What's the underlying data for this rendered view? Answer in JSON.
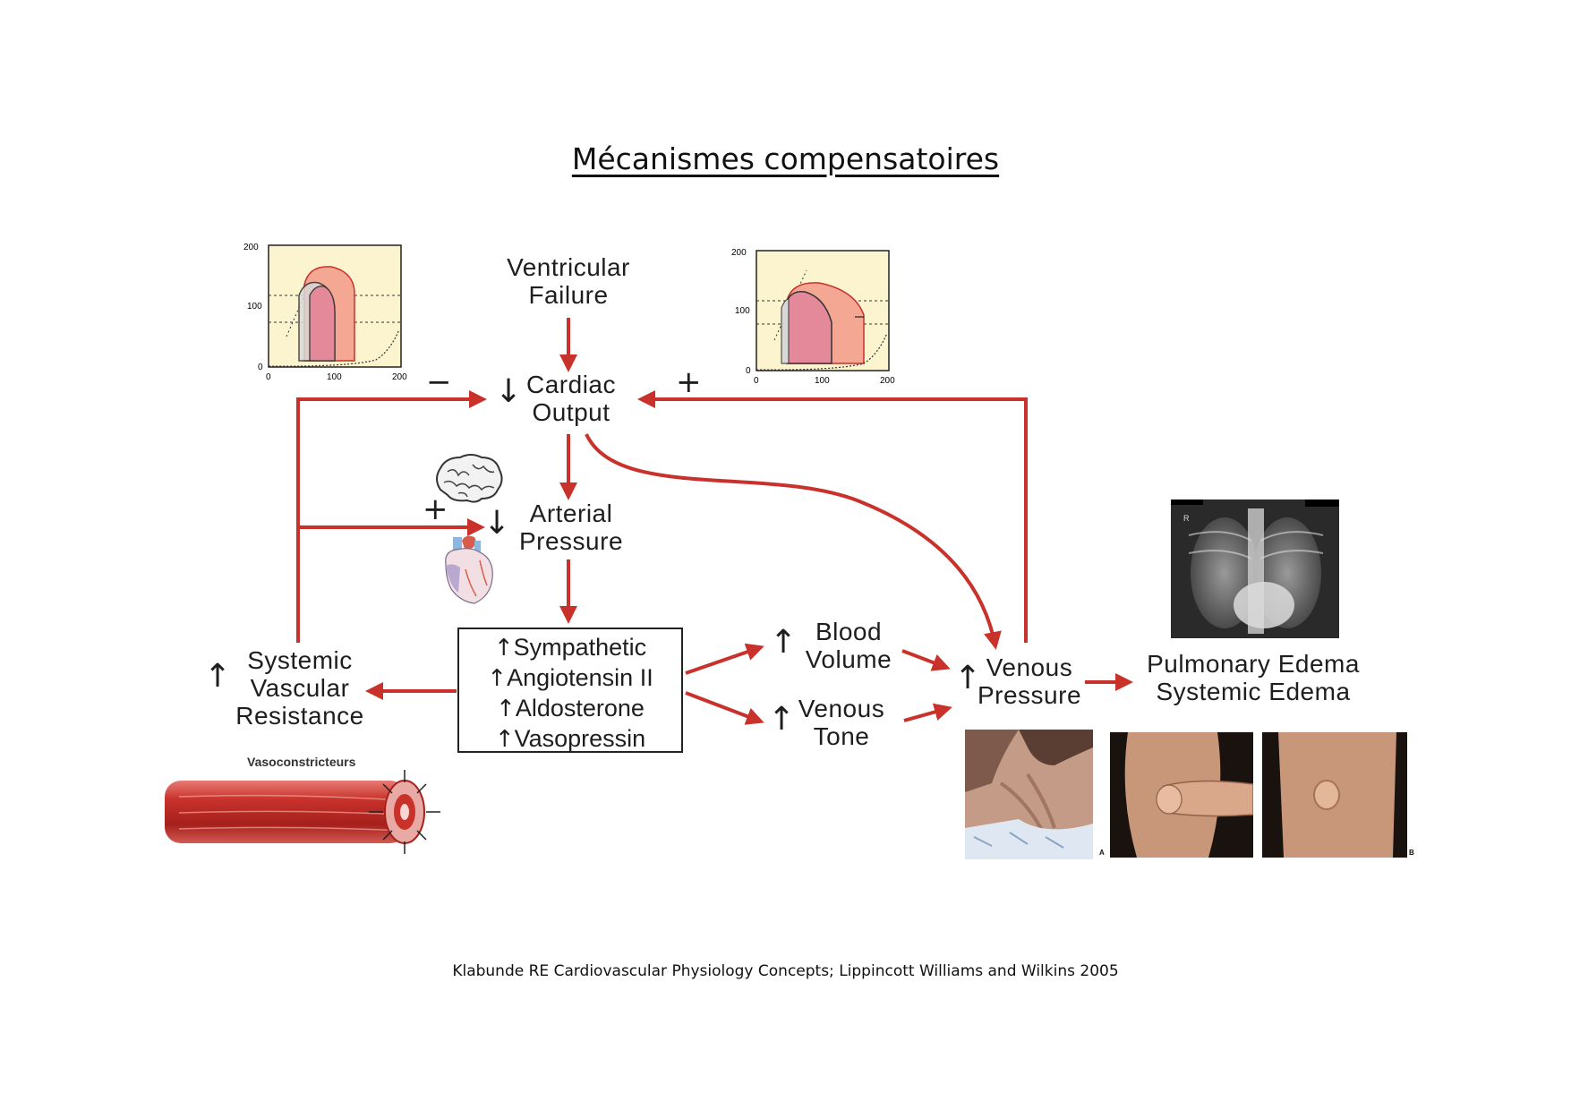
{
  "title": "Mécanismes compensatoires",
  "citation": "Klabunde RE Cardiovascular Physiology Concepts; Lippincott Williams and Wilkins 2005",
  "nodes": {
    "ventricular_failure": [
      "Ventricular",
      "Failure"
    ],
    "cardiac_output": [
      "Cardiac",
      "Output"
    ],
    "arterial_pressure": [
      "Arterial",
      "Pressure"
    ],
    "systemic_vascular_resistance": [
      "Systemic",
      "Vascular",
      "Resistance"
    ],
    "blood_volume": [
      "Blood",
      "Volume"
    ],
    "venous_tone": [
      "Venous",
      "Tone"
    ],
    "venous_pressure": [
      "Venous",
      "Pressure"
    ],
    "edema": [
      "Pulmonary Edema",
      "Systemic Edema"
    ]
  },
  "neurohormonal_box": [
    "Sympathetic",
    "Angiotensin II",
    "Aldosterone",
    "Vasopressin"
  ],
  "symbols": {
    "up": "↑",
    "down": "↓",
    "minus": "−",
    "plus": "+"
  },
  "vasoconstriction_label": "Vasoconstricteurs",
  "pv_loop_axis": {
    "y_ticks": [
      "200",
      "100",
      "0"
    ],
    "x_ticks": [
      "0",
      "100",
      "200"
    ]
  },
  "photo_labels": {
    "a": "A",
    "b": "B",
    "xray_side": "R"
  },
  "colors": {
    "arrow": "#c8322b",
    "loop_outer": "#f4a793",
    "loop_inner": "#e4899a",
    "pv_bg": "#fbf4cf"
  }
}
